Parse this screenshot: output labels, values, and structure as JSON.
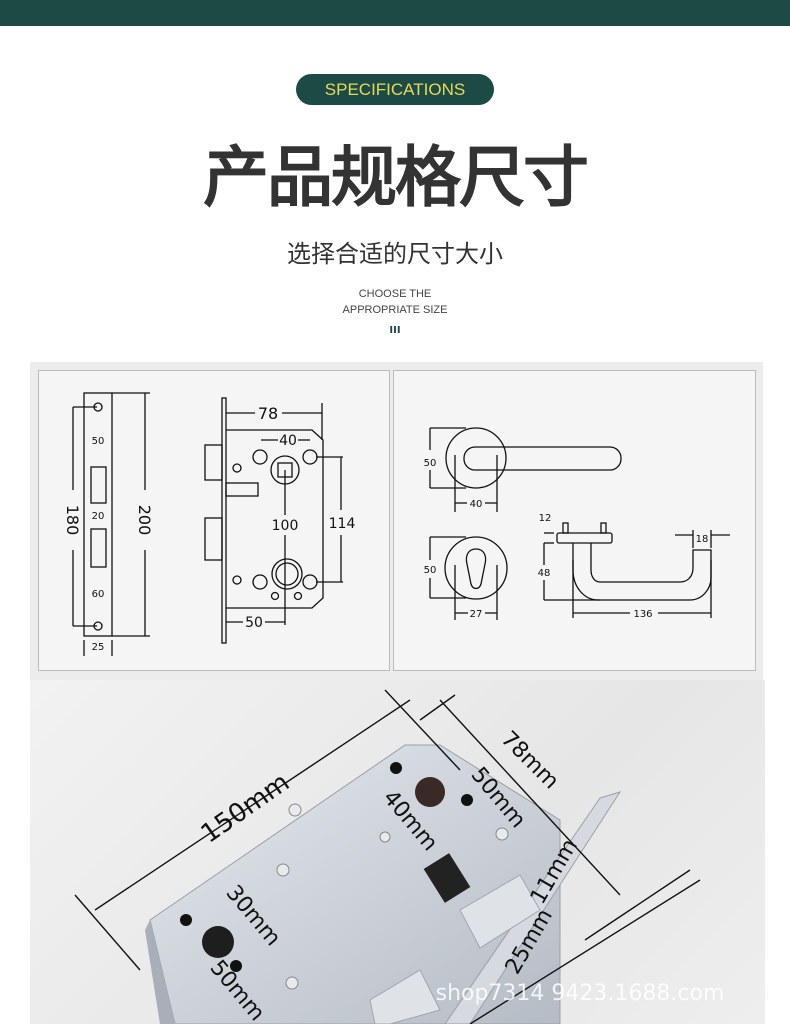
{
  "header": {
    "badge": "SPECIFICATIONS",
    "title": "产品规格尺寸",
    "subtitle": "选择合适的尺寸大小",
    "english_line1": "CHOOSE THE",
    "english_line2": "APPROPRIATE SIZE",
    "mark": "III"
  },
  "colors": {
    "brand": "#1c4a45",
    "badge_text": "#e8d95a"
  },
  "lock_drawing": {
    "plate_top": "50",
    "plate_mid": "20",
    "plate_bottom": "60",
    "plate_width": "25",
    "screw_span": "180",
    "plate_height": "200",
    "body_width": "78",
    "hole_span": "40",
    "center_distance": "100",
    "hole_vertical": "114",
    "backset": "50"
  },
  "handle_drawing": {
    "rose_height": "50",
    "rose_width": "40",
    "escutcheon_height": "50",
    "escutcheon_width": "27",
    "base_thickness": "12",
    "projection": "48",
    "lever_length": "136",
    "lever_diameter": "18"
  },
  "photo": {
    "length": "150mm",
    "width": "78mm",
    "spindle_offset": "50mm",
    "spindle_holes": "40mm",
    "faceplate": "11mm",
    "cyl_holes": "30mm",
    "latch": "25mm",
    "cyl_offset": "50mm",
    "watermark": "shop7314 9423.1688.com"
  }
}
